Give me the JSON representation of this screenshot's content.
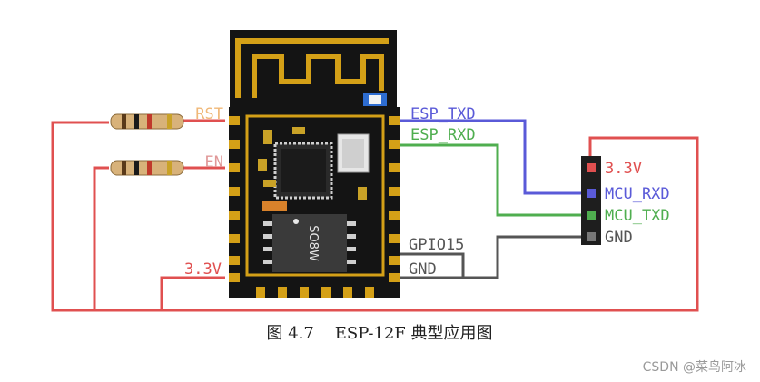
{
  "module": {
    "chip_marking": "SO8W"
  },
  "pins_left": {
    "rst": "RST",
    "en": "EN",
    "vcc": "3.3V"
  },
  "pins_right": {
    "txd": "ESP_TXD",
    "rxd": "ESP_RXD",
    "gpio15": "GPIO15",
    "gnd": "GND"
  },
  "header": {
    "pin1": "3.3V",
    "pin2": "MCU_RXD",
    "pin3": "MCU_TXD",
    "pin4": "GND"
  },
  "caption": "图 4.7    ESP-12F 典型应用图",
  "watermark": "CSDN @菜鸟阿冰",
  "colors": {
    "power": "#e05050",
    "txd": "#5a5ad8",
    "rxd": "#4fae4f",
    "gnd": "#555555",
    "rst_label": "#f0b878",
    "en_label": "#e09898",
    "board": "#1a1a1a",
    "antenna": "#d4a017"
  }
}
